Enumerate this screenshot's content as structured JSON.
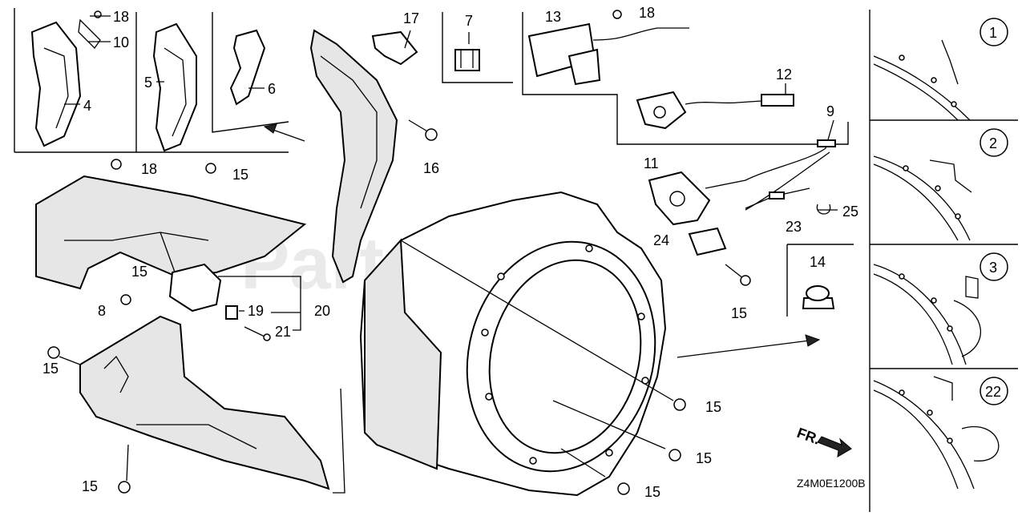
{
  "diagram": {
    "watermark": "PartsTree",
    "drawing_code": "Z4M0E1200B",
    "front_label": "FR.",
    "callouts": [
      "18",
      "10",
      "4",
      "5",
      "6",
      "17",
      "7",
      "13",
      "18",
      "12",
      "9",
      "11",
      "16",
      "18",
      "15",
      "15",
      "19",
      "20",
      "21",
      "8",
      "15",
      "15",
      "15",
      "15",
      "15",
      "24",
      "15",
      "23",
      "25",
      "14"
    ],
    "detail_circles": [
      "1",
      "2",
      "3",
      "22"
    ]
  }
}
